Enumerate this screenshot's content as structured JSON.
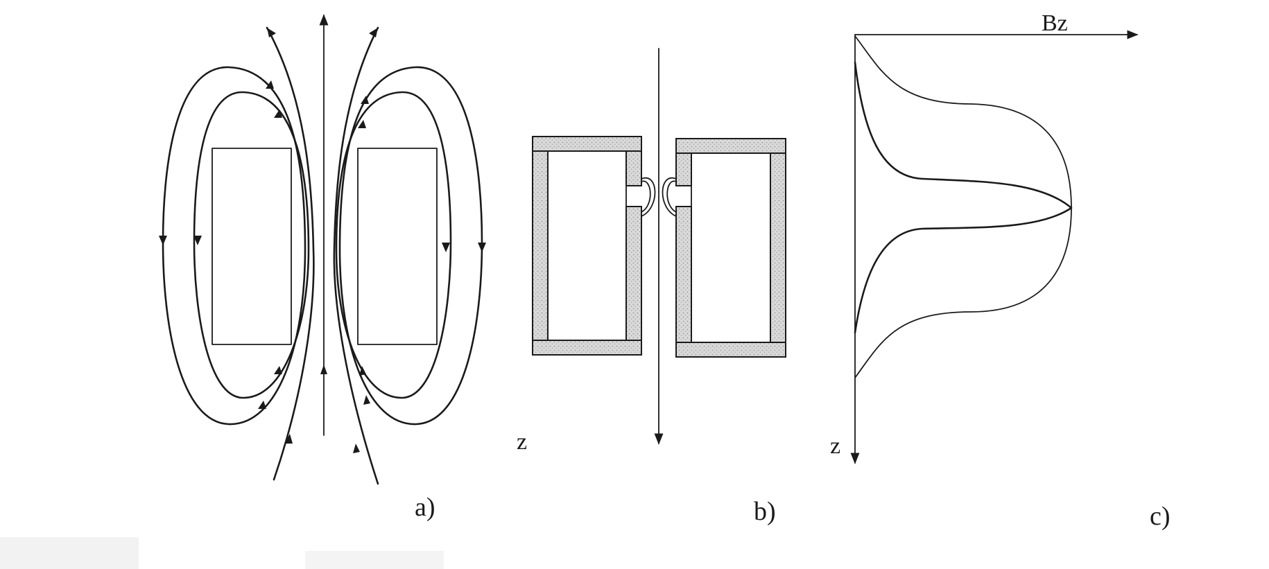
{
  "panels": {
    "a": {
      "caption": "a)"
    },
    "b": {
      "caption": "b)",
      "axis_label": "z"
    },
    "c": {
      "caption": "c)",
      "x_axis_label": "Bz",
      "y_axis_label": "z"
    }
  },
  "colors": {
    "ink": "#1a1a1a",
    "pole_hatch": "#c8c8c8",
    "background": "#ffffff"
  }
}
